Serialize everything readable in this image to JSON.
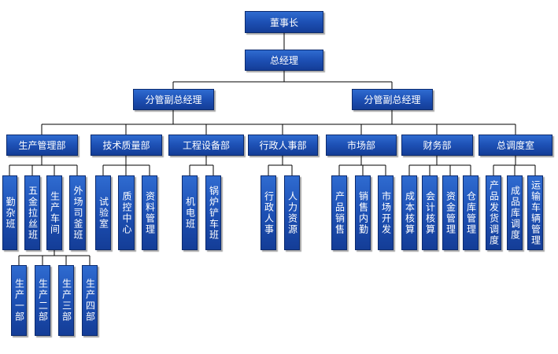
{
  "chairman": "董事长",
  "gm": "总经理",
  "vp_left": "分管副总经理",
  "vp_right": "分管副总经理",
  "departments": {
    "production": "生产管理部",
    "tech": "技术质量部",
    "engineering": "工程设备部",
    "admin": "行政人事部",
    "market": "市场部",
    "finance": "财务部",
    "dispatch": "总调度室"
  },
  "production_units": [
    "勤杂班",
    "五金拉丝班",
    "生产车间",
    "外场司釜班"
  ],
  "workshop_units": [
    "生产一部",
    "生产二部",
    "生产三部",
    "生产四部"
  ],
  "tech_units": [
    "试验室",
    "质控中心",
    "资料管理"
  ],
  "engineering_units": [
    "机电班",
    "锅炉铲车班"
  ],
  "admin_units": [
    "行政人事",
    "人力资源"
  ],
  "market_units": [
    "产品销售",
    "销售内勤",
    "市场开发"
  ],
  "finance_units": [
    "成本核算",
    "会计核算",
    "资金管理",
    "仓库管理"
  ],
  "dispatch_units": [
    "产品发货调度",
    "成品库调度",
    "运输车辆管理"
  ],
  "colors": {
    "box": "#1d50b4",
    "line": "#000000"
  }
}
